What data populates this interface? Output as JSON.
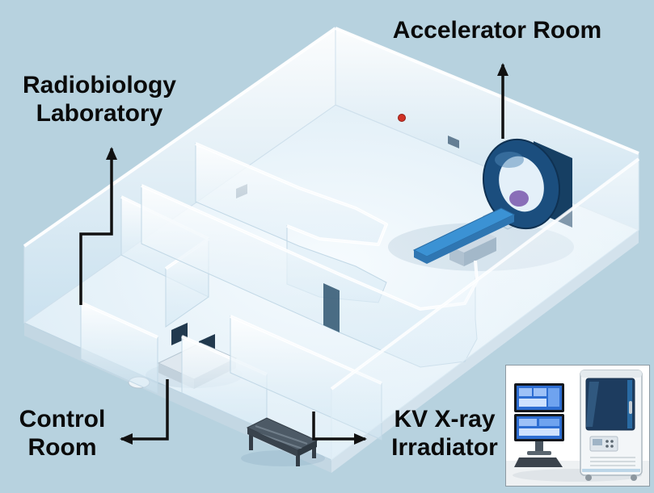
{
  "canvas": {
    "background_color": "#b7d2df"
  },
  "labels": {
    "accelerator_room": "Accelerator Room",
    "radiobiology_laboratory": [
      "Radiobiology",
      "Laboratory"
    ],
    "control_room": [
      "Control",
      "Room"
    ],
    "kv_xray_irradiator": [
      "KV X-ray",
      "Irradiator"
    ]
  },
  "colors": {
    "label_text": "#0a0a0a",
    "arrow_black": "#111111",
    "machine_gantry_blue": "#1b4e7e",
    "machine_couch_blue": "#3b92d4",
    "machine_accent_purple": "#7e5fb0",
    "wall_white": "#ffffff",
    "floor_blue": "#e6f2fa",
    "alarm_red": "#d13226",
    "inset_screen_blue": "#2e6ed2",
    "inset_window_navy": "#1d3c5f"
  }
}
